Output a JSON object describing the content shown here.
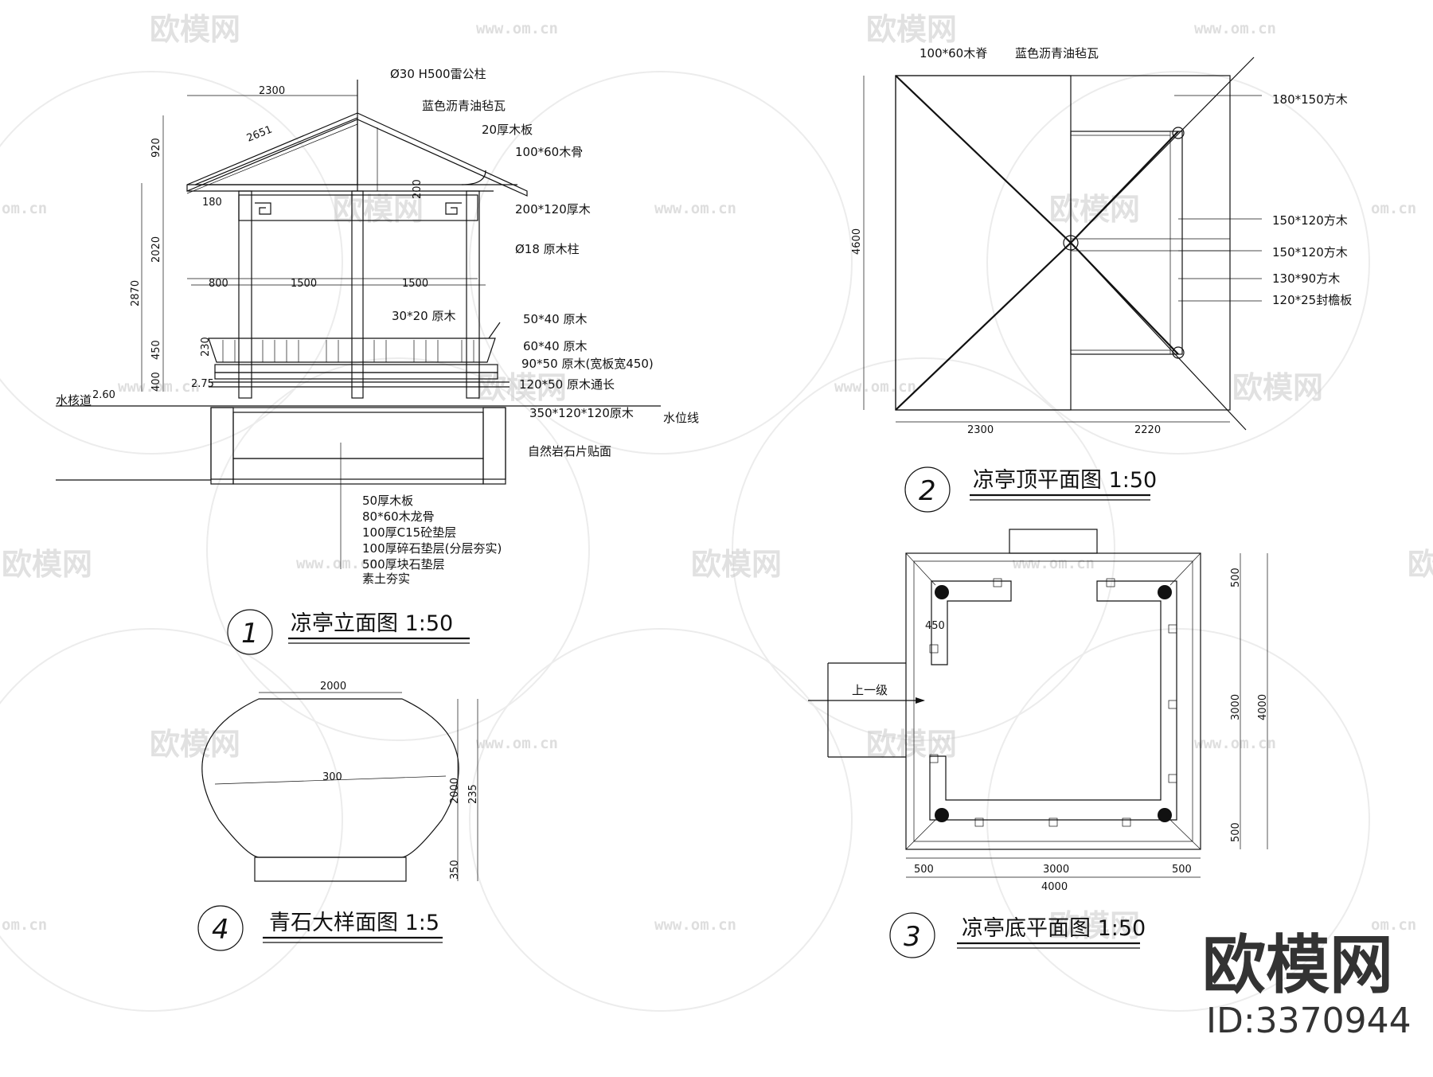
{
  "watermark": {
    "logo_text": "欧模网",
    "url_text": "www.om.cn",
    "url_fragment": "om.cn",
    "big_logo": "欧模网",
    "id_text": "ID:3370944"
  },
  "drawings": [
    {
      "number": "1",
      "title": "凉亭立面图  1:50",
      "labels": [
        "Ø30 H500雷公柱",
        "蓝色沥青油毡瓦",
        "20厚木板",
        "100*60木骨",
        "200*120厚木",
        "Ø18 原木柱",
        "30*20 原木",
        "50*40 原木",
        "60*40 原木",
        "90*50 原木(宽板宽450)",
        "120*50 原木通长",
        "350*120*120原木",
        "水位线",
        "自然岩石片贴面",
        "水核道",
        "50厚木板",
        "80*60木龙骨",
        "100厚C15砼垫层",
        "100厚碎石垫层(分层夯实)",
        "500厚块石垫层",
        "素土夯实"
      ],
      "dims": [
        "2300",
        "2651",
        "920",
        "2020",
        "2870",
        "450",
        "400",
        "800",
        "1500",
        "1500",
        "180",
        "230",
        "2.75",
        "2.60",
        "200"
      ]
    },
    {
      "number": "2",
      "title": "凉亭顶平面图  1:50",
      "labels": [
        "100*60木脊",
        "蓝色沥青油毡瓦",
        "180*150方木",
        "150*120方木",
        "150*120方木",
        "130*90方木",
        "120*25封檐板"
      ],
      "dims": [
        "4600",
        "2300",
        "2220"
      ]
    },
    {
      "number": "3",
      "title": "凉亭底平面图  1:50",
      "labels": [
        "上一级"
      ],
      "dims": [
        "500",
        "3000",
        "500",
        "4000",
        "450",
        "500",
        "3000",
        "500",
        "4000"
      ]
    },
    {
      "number": "4",
      "title": "青石大样面图  1:5",
      "labels": [],
      "dims": [
        "2000",
        "300",
        "2000",
        "235",
        "350"
      ]
    }
  ]
}
